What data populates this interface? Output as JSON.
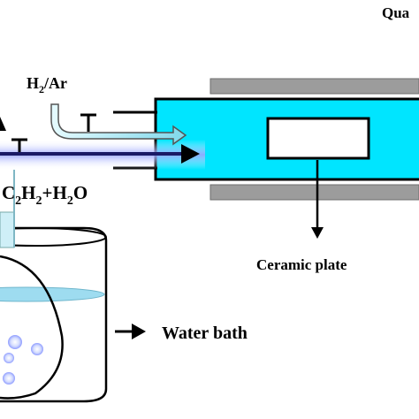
{
  "labels": {
    "top_right": "Qua",
    "h2_ar": "H",
    "h2_ar_sub": "2",
    "h2_ar_tail": "/Ar",
    "c2h2_a": "C",
    "c2h2_sub1": "2",
    "c2h2_b": "H",
    "c2h2_sub2": "2",
    "c2h2_c": "+H",
    "c2h2_sub3": "2",
    "c2h2_d": "O",
    "ceramic_plate": "Ceramic plate",
    "water_bath": "Water bath"
  },
  "colors": {
    "tube_fill": "#00e5ff",
    "furnace": "#9c9c9c",
    "gas_line": "#1a1a66",
    "gas_glow": "#b8c0ff",
    "gas_inlet": "#b8f0ff",
    "bubble": "#c9d3ff"
  }
}
